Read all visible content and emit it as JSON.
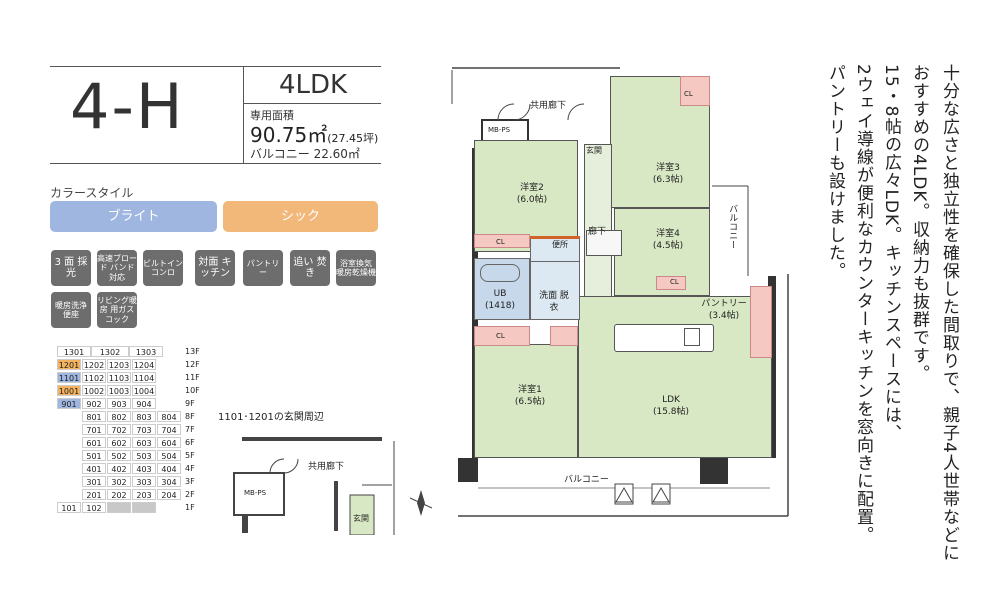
{
  "unit": {
    "code": "4-H",
    "layout": "4LDK",
    "area_label": "専用面積",
    "area_value": "90.75㎡",
    "area_tsubo": "(27.45坪)",
    "balcony_area": "バルコニー 22.60㎡"
  },
  "color_style": {
    "label": "カラースタイル",
    "options": [
      "ブライト",
      "シック"
    ],
    "colors": {
      "bright": "#9fb7e0",
      "chic": "#f2b87a"
    }
  },
  "features": [
    "3 面 採光",
    "高速ブロード バンド対応",
    "ビルトイン コンロ",
    "対面 キッチン",
    "パントリー",
    "追い 焚き",
    "浴室換気 暖房乾燥機",
    "暖房洗浄 便座",
    "リビング暖房 用ガスコック"
  ],
  "building": {
    "rows": [
      {
        "floor": "13F",
        "cells": [
          "1301",
          "1302",
          "1303",
          ""
        ]
      },
      {
        "floor": "12F",
        "cells": [
          "1201",
          "1202",
          "1203",
          "1204"
        ]
      },
      {
        "floor": "11F",
        "cells": [
          "1101",
          "1102",
          "1103",
          "1104"
        ]
      },
      {
        "floor": "10F",
        "cells": [
          "1001",
          "1002",
          "1003",
          "1004"
        ]
      },
      {
        "floor": "9F",
        "cells": [
          "901",
          "902",
          "903",
          "904"
        ]
      },
      {
        "floor": "8F",
        "cells": [
          "801",
          "802",
          "803",
          "804"
        ]
      },
      {
        "floor": "7F",
        "cells": [
          "701",
          "702",
          "703",
          "704"
        ]
      },
      {
        "floor": "6F",
        "cells": [
          "601",
          "602",
          "603",
          "604"
        ]
      },
      {
        "floor": "5F",
        "cells": [
          "501",
          "502",
          "503",
          "504"
        ]
      },
      {
        "floor": "4F",
        "cells": [
          "401",
          "402",
          "403",
          "404"
        ]
      },
      {
        "floor": "3F",
        "cells": [
          "301",
          "302",
          "303",
          "304"
        ]
      },
      {
        "floor": "2F",
        "cells": [
          "201",
          "202",
          "203",
          "204"
        ]
      },
      {
        "floor": "1F",
        "cells": [
          "101",
          "102",
          "",
          ""
        ]
      }
    ]
  },
  "plan": {
    "corridor": "共用廊下",
    "mbps": "MB-PS",
    "entrance": "玄関",
    "hall": "廊下",
    "western2": "洋室2",
    "western2_size": "(6.0帖)",
    "western3": "洋室3",
    "western3_size": "(6.3帖)",
    "western4": "洋室4",
    "western4_size": "(4.5帖)",
    "western1": "洋室1",
    "western1_size": "(6.5帖)",
    "toilet": "便所",
    "ub": "UB",
    "ub_size": "(1418)",
    "washroom": "洗面 脱衣",
    "pantry": "パントリー",
    "pantry_size": "(3.4帖)",
    "ldk": "LDK",
    "ldk_size": "(15.8帖)",
    "balcony": "バルコニー",
    "balcony_side": "バルコニー",
    "cl": "CL"
  },
  "inset": {
    "title": "1101･1201の玄関周辺",
    "corridor": "共用廊下",
    "mbps": "MB-PS",
    "entrance": "玄関"
  },
  "description": [
    "十分な広さと独立性を確保した間取りで、親子4人世帯などに",
    "おすすめの4LDK。収納力も抜群です。",
    "15・8帖の広々LDK。キッチンスペースには、",
    "2ウェイ導線が便利なカウンターキッチンを窓向きに配置。",
    "パントリーも設けました。"
  ]
}
